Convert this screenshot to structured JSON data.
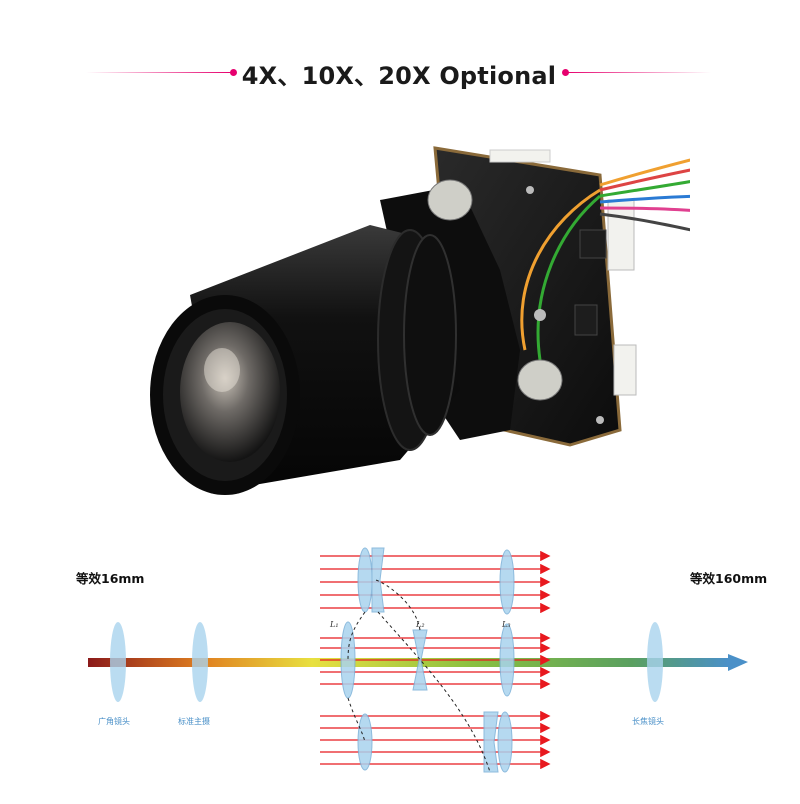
{
  "header": {
    "title": "4X、10X、20X Optional"
  },
  "colors": {
    "accent": "#e6006e",
    "ray": "#e8191f",
    "lens": "#a9d3ee",
    "axis_start": "#8b1a1a",
    "axis_end": "#4a90c8"
  },
  "diagram": {
    "left_equiv": "等效16mm",
    "right_equiv": "等效160mm",
    "wide_lens": "广角镜头",
    "standard_lens": "标准主摄",
    "tele_lens": "长焦镜头",
    "l1": "L₁",
    "l2": "L₂",
    "l3": "L₃"
  },
  "image": {
    "description_icon": "camera-module-icon"
  }
}
